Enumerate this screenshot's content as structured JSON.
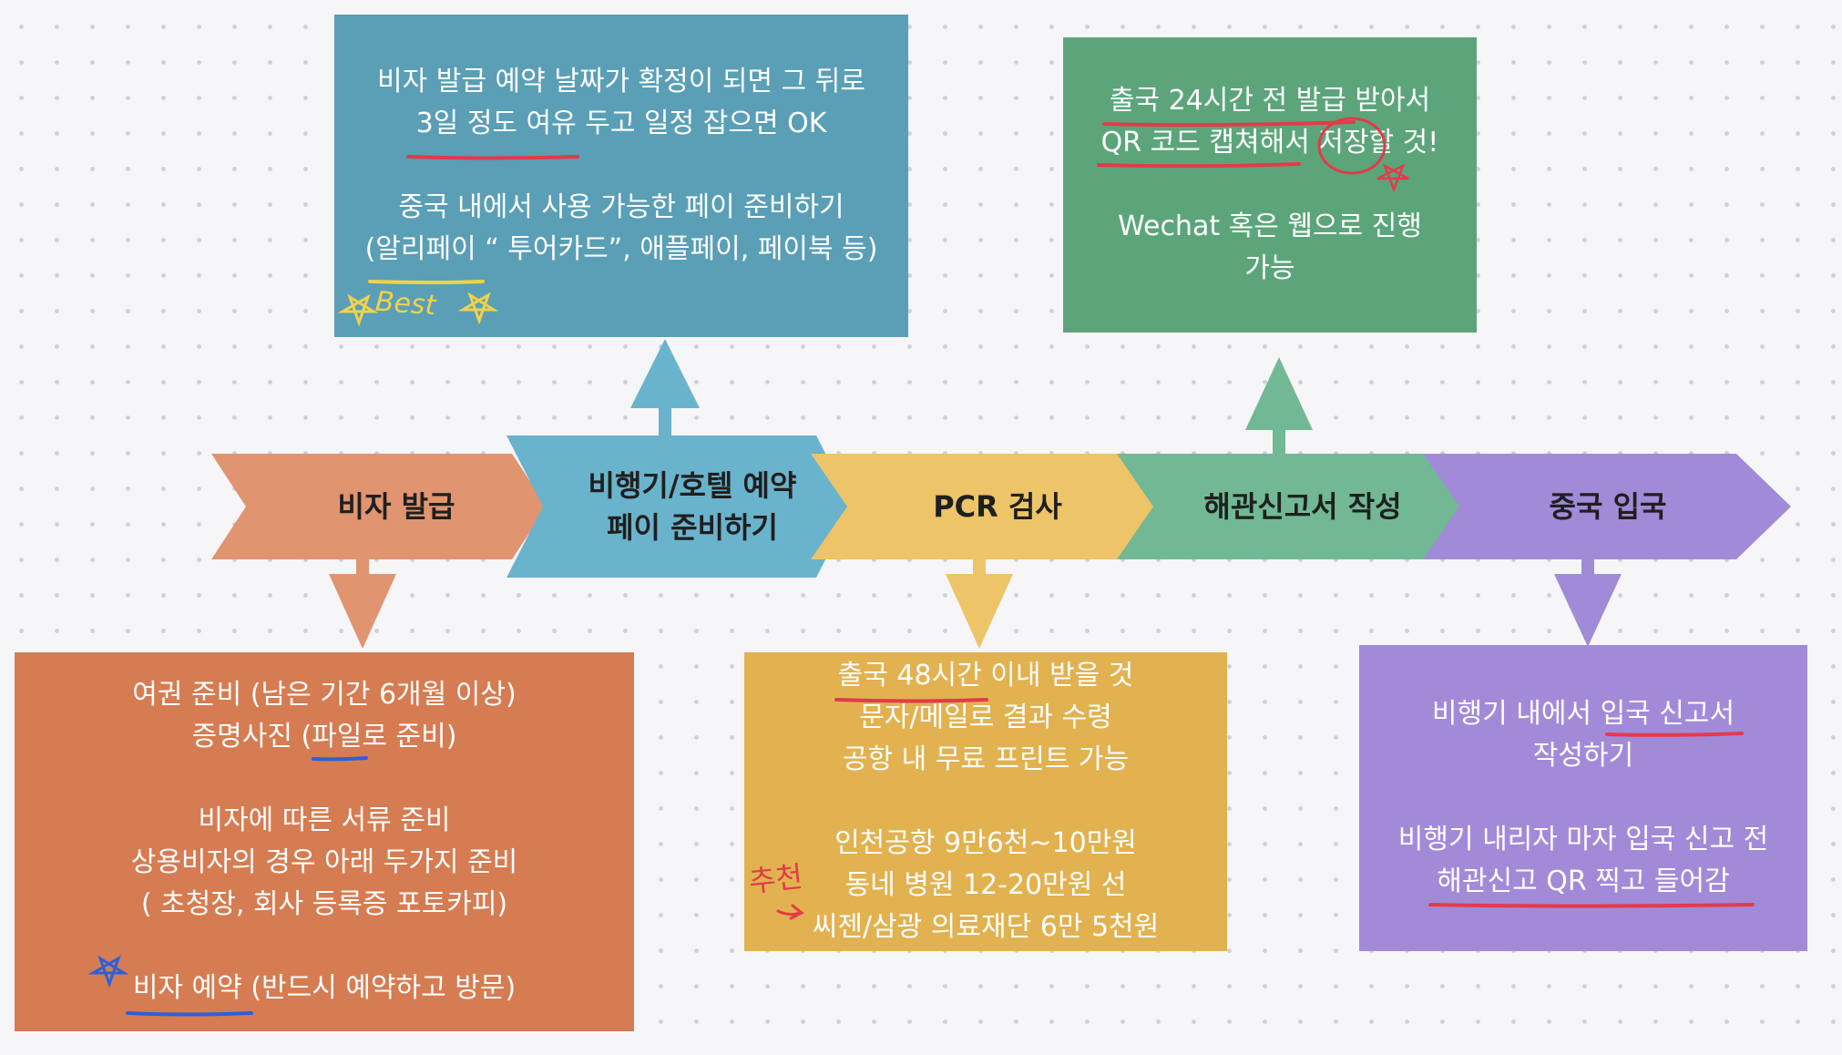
{
  "steps": [
    {
      "label_lines": [
        "비자 발급"
      ],
      "color": "#e09470"
    },
    {
      "label_lines": [
        "비행기/호텔 예약",
        "페이 준비하기"
      ],
      "color": "#6ab3cc"
    },
    {
      "label_lines": [
        "PCR 검사"
      ],
      "color": "#edc467"
    },
    {
      "label_lines": [
        "해관신고서 작성"
      ],
      "color": "#72b894"
    },
    {
      "label_lines": [
        "중국 입국"
      ],
      "color": "#a18ad8"
    }
  ],
  "notes": {
    "visa": {
      "color": "#d67c52",
      "lines": [
        "여권 준비 (남은 기간 6개월 이상)",
        "증명사진 (파일로 준비)",
        "",
        "비자에 따른 서류 준비",
        "상용비자의 경우 아래 두가지 준비",
        "( 초청장, 회사 등록증 포토카피)",
        "",
        "비자 예약 (반드시 예약하고 방문)"
      ]
    },
    "flight": {
      "color": "#5a9fb6",
      "lines": [
        "비자 발급 예약 날짜가 확정이 되면 그 뒤로",
        "3일 정도 여유 두고 일정 잡으면 OK",
        "",
        "중국 내에서 사용 가능한 페이 준비하기",
        "(알리페이 “ 투어카드”, 애플페이, 페이북 등)"
      ]
    },
    "pcr": {
      "color": "#e2b250",
      "lines": [
        "출국 48시간 이내 받을 것",
        "문자/메일로 결과 수령",
        "공항 내 무료 프린트 가능",
        "",
        "인천공항 9만6천~10만원",
        "동네 병원 12-20만원 선",
        "씨젠/삼광 의료재단 6만 5천원"
      ]
    },
    "customs": {
      "color": "#5ca57b",
      "lines": [
        "출국 24시간 전 발급 받아서",
        "QR 코드 캡쳐해서 저장할 것!",
        "",
        "Wechat 혹은 웹으로 진행",
        "가능"
      ]
    },
    "entry": {
      "color": "#a38ad9",
      "lines": [
        "비행기 내에서 입국 신고서",
        "작성하기",
        "",
        "비행기 내리자 마자 입국 신고 전",
        "해관신고 QR 찍고 들어감"
      ]
    }
  },
  "annotations": {
    "best": "Best",
    "recommend": "추천",
    "underline_red": "#e23b4a",
    "underline_blue": "#2f5fd8",
    "underline_yellow": "#f2d24a"
  }
}
